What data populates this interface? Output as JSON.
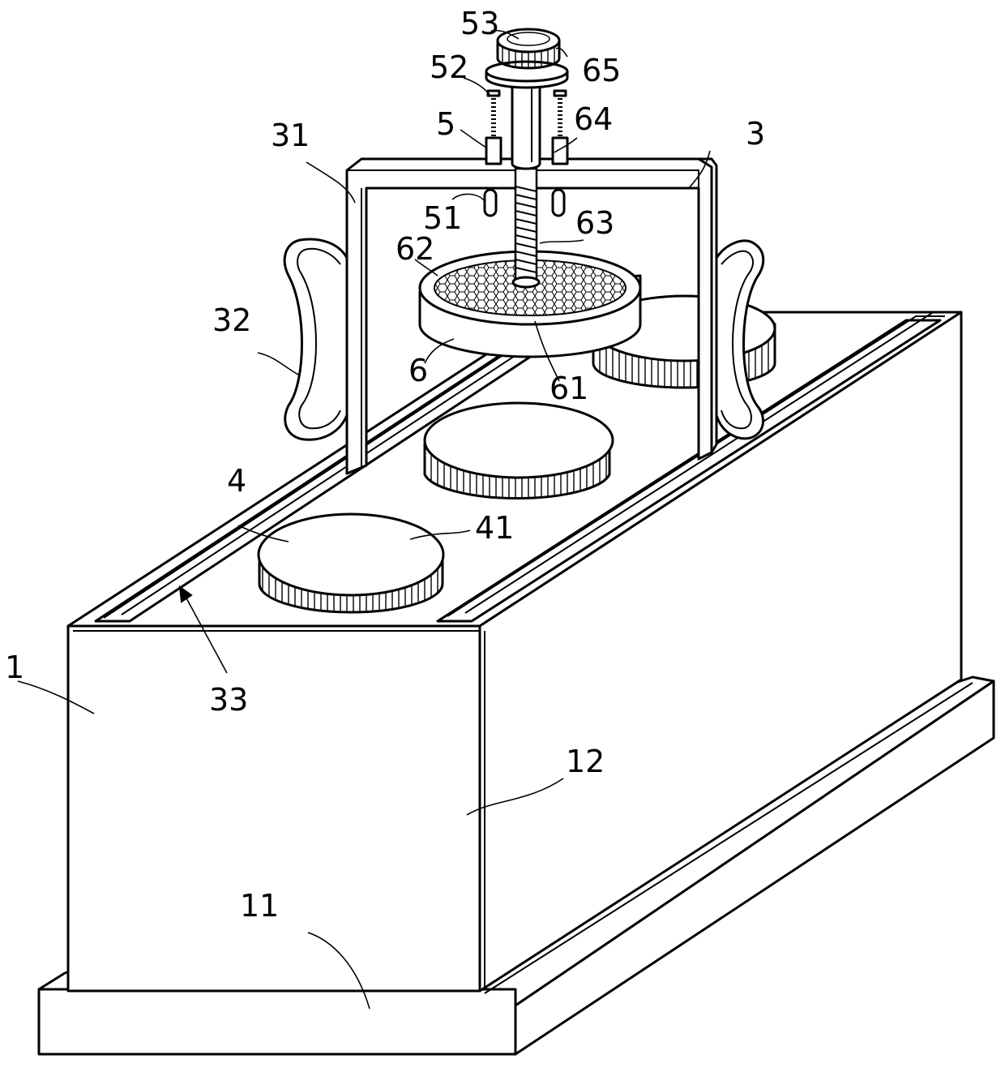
{
  "labels": {
    "l1": "1",
    "l11": "11",
    "l12": "12",
    "l3": "3",
    "l31": "31",
    "l32": "32",
    "l33": "33",
    "l4": "4",
    "l41": "41",
    "l5": "5",
    "l51": "51",
    "l52": "52",
    "l53": "53",
    "l6": "6",
    "l61": "61",
    "l62": "62",
    "l63": "63",
    "l64": "64",
    "l65": "65"
  },
  "colors": {
    "line": "#000000",
    "background": "#ffffff"
  }
}
